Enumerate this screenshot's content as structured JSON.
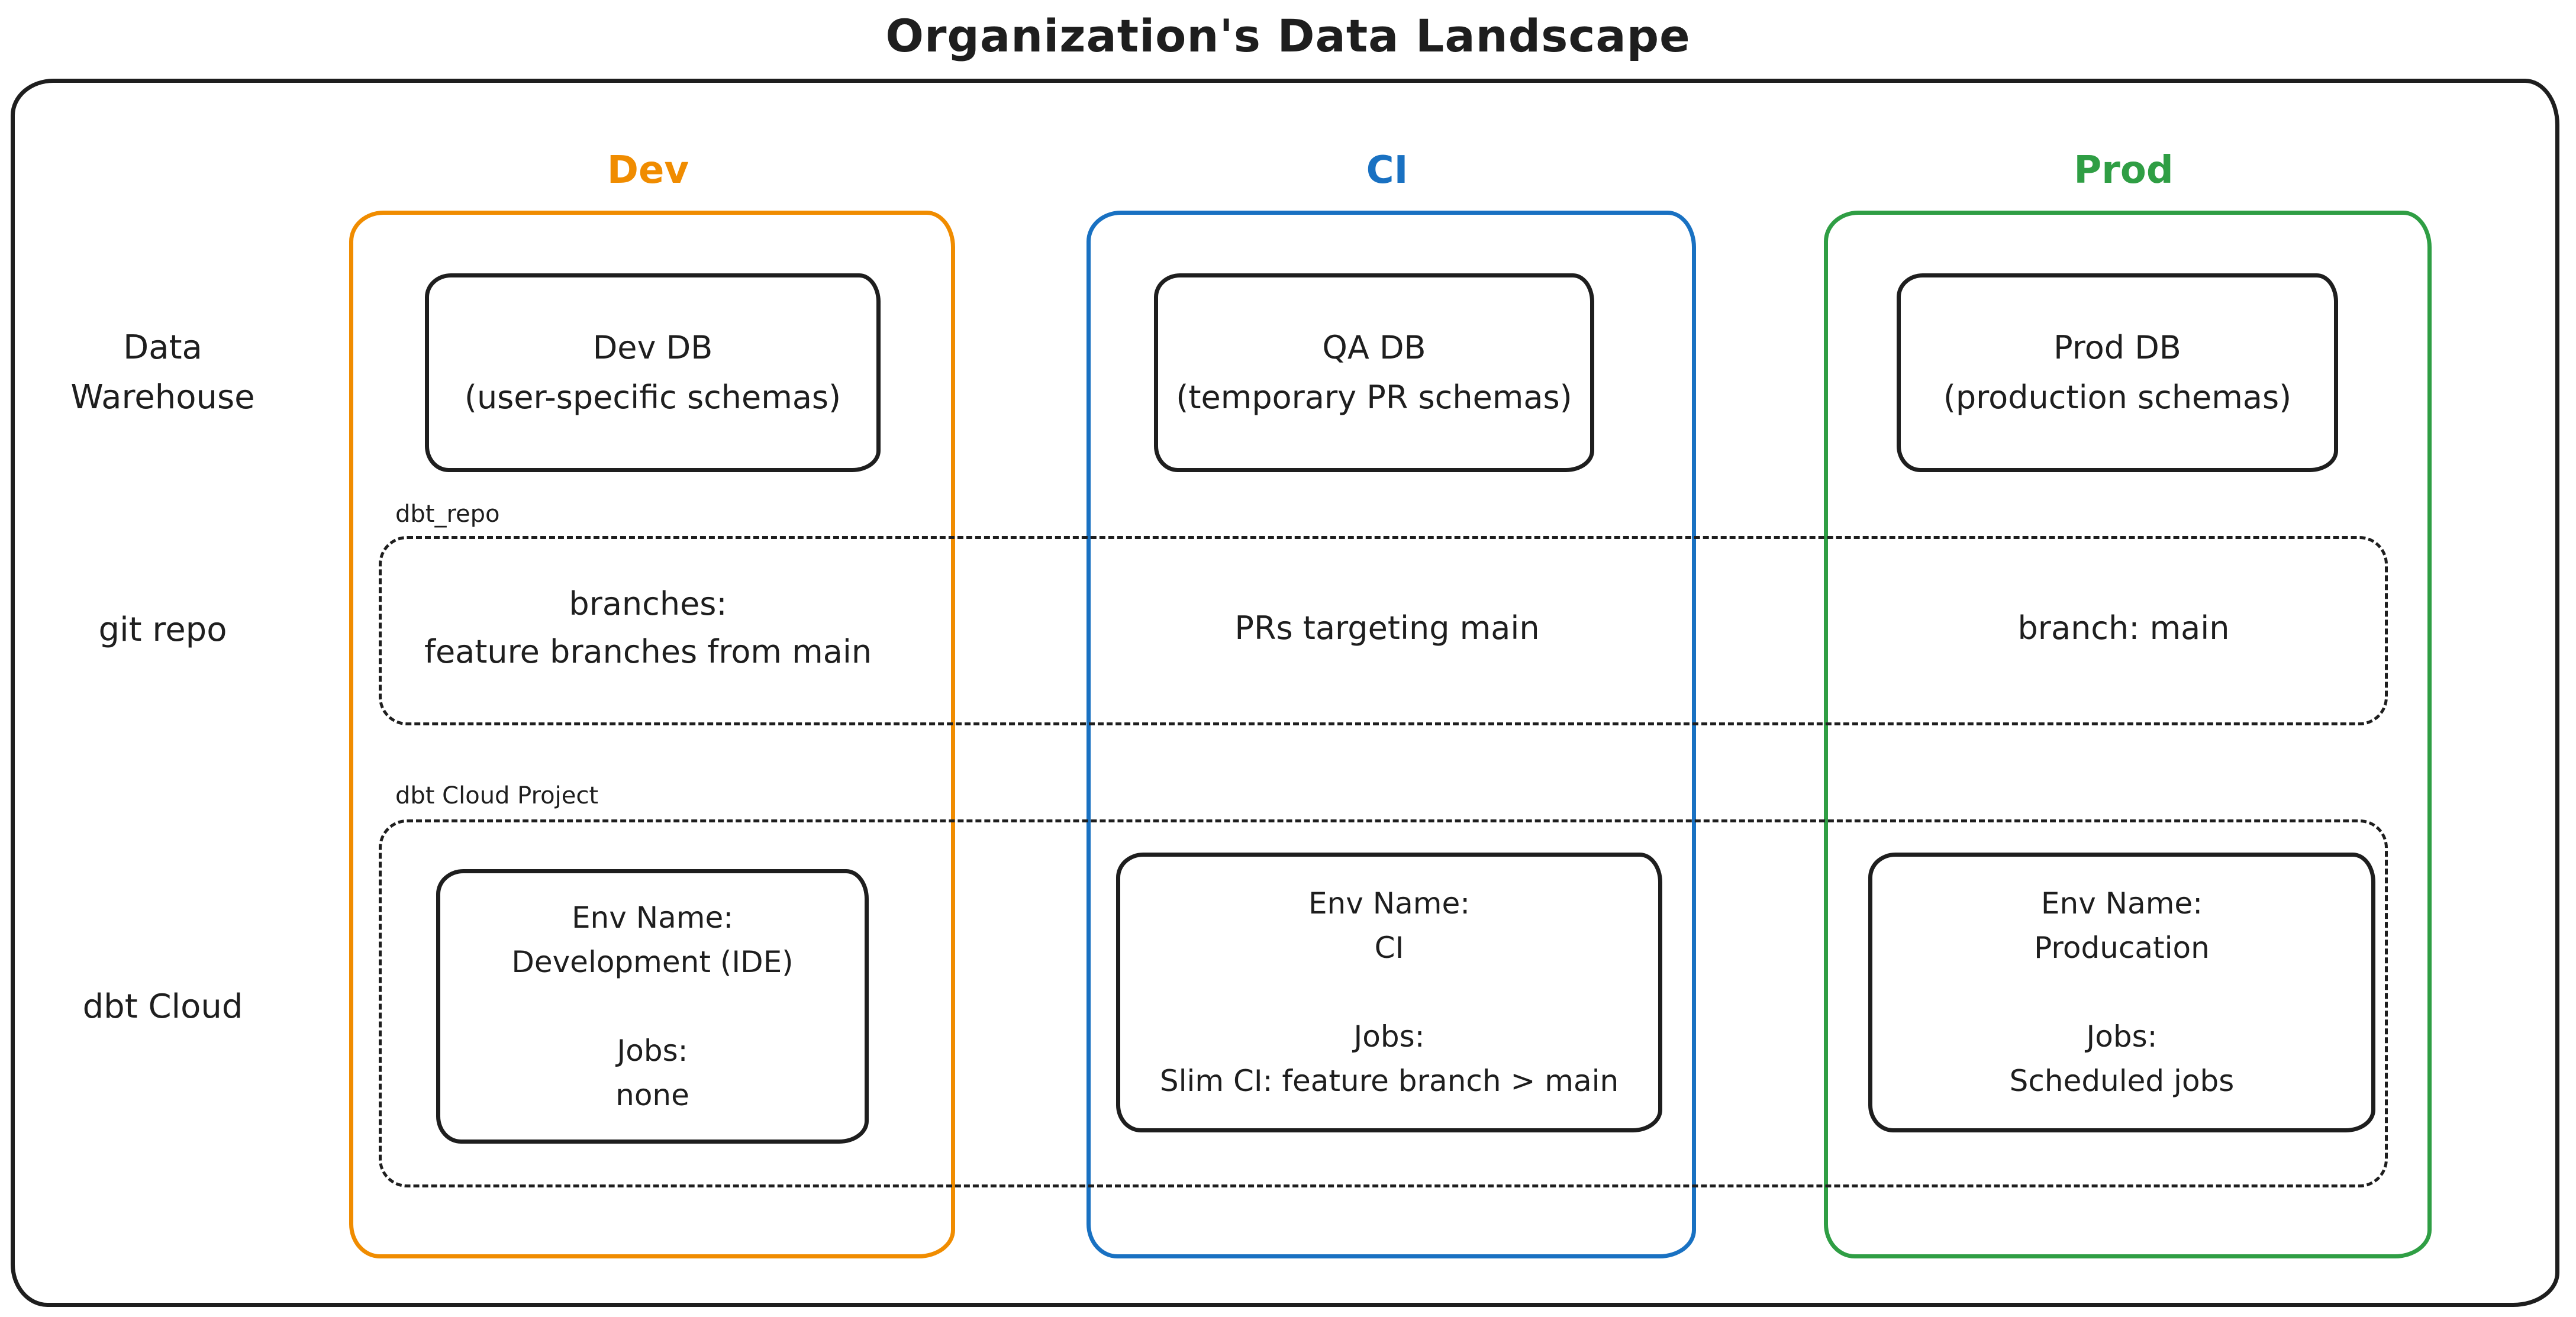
{
  "title": "Organization's Data Landscape",
  "colors": {
    "ink": "#1e1e1e",
    "dev": "#f08c00",
    "ci": "#1971c2",
    "prod": "#2f9e44"
  },
  "row_labels": {
    "warehouse": "Data\nWarehouse",
    "git": "git repo",
    "dbt": "dbt Cloud"
  },
  "bands": {
    "git_label": "dbt_repo",
    "dbt_label": "dbt Cloud Project"
  },
  "columns": [
    {
      "id": "dev",
      "label": "Dev",
      "color": "#f08c00",
      "db_box": "Dev DB\n(user-specific schemas)",
      "git_text": "branches:\nfeature branches from main",
      "dbt_text": "Env Name:\nDevelopment (IDE)\n\nJobs:\nnone"
    },
    {
      "id": "ci",
      "label": "CI",
      "color": "#1971c2",
      "db_box": "QA DB\n(temporary PR schemas)",
      "git_text": "PRs targeting main",
      "dbt_text": "Env Name:\nCI\n\nJobs:\nSlim CI: feature branch > main"
    },
    {
      "id": "prod",
      "label": "Prod",
      "color": "#2f9e44",
      "db_box": "Prod DB\n(production schemas)",
      "git_text": "branch: main",
      "dbt_text": "Env Name:\nProducation\n\nJobs:\nScheduled jobs"
    }
  ]
}
